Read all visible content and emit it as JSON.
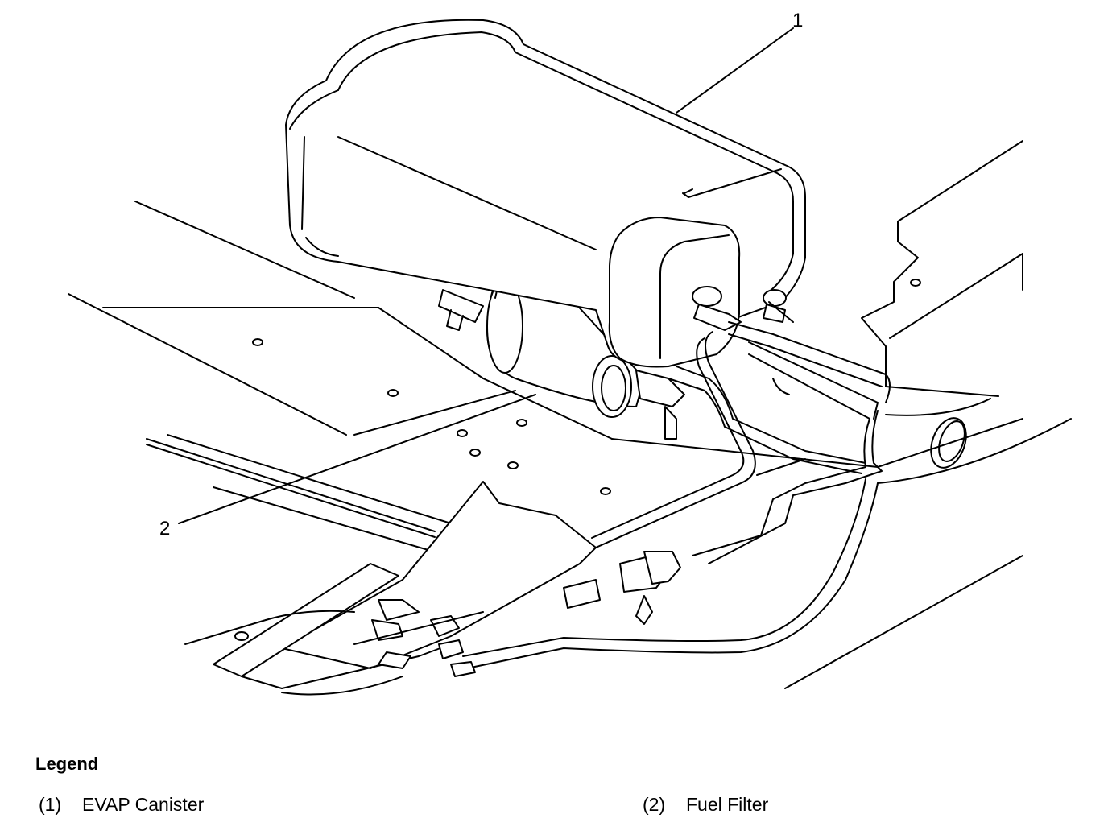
{
  "callouts": [
    {
      "number": "1"
    },
    {
      "number": "2"
    }
  ],
  "legend": {
    "title": "Legend",
    "items": [
      {
        "number": "(1)",
        "label": "EVAP Canister"
      },
      {
        "number": "(2)",
        "label": "Fuel Filter"
      }
    ]
  }
}
